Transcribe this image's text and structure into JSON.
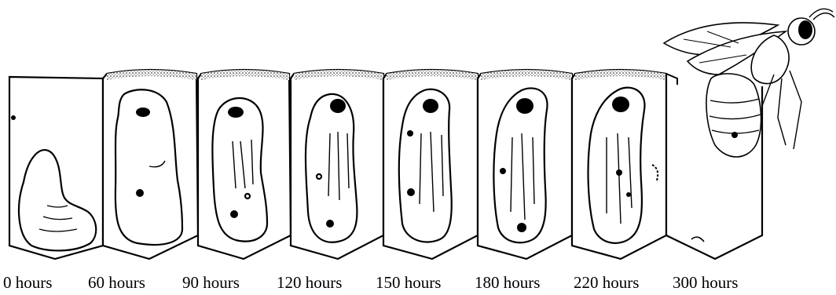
{
  "diagram": {
    "stages": [
      {
        "label": "0 hours"
      },
      {
        "label": "60 hours"
      },
      {
        "label": "90 hours"
      },
      {
        "label": "120 hours"
      },
      {
        "label": "150 hours"
      },
      {
        "label": "180 hours"
      },
      {
        "label": "220 hours"
      },
      {
        "label": "300 hours"
      }
    ]
  }
}
